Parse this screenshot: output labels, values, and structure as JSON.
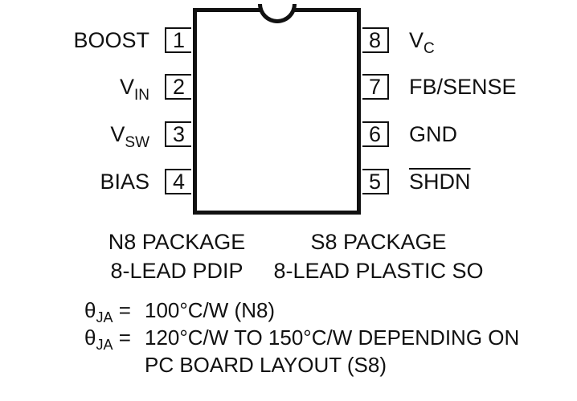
{
  "pins_left": [
    {
      "number": "1",
      "name": "BOOST",
      "sub": ""
    },
    {
      "number": "2",
      "name": "V",
      "sub": "IN"
    },
    {
      "number": "3",
      "name": "V",
      "sub": "SW"
    },
    {
      "number": "4",
      "name": "BIAS",
      "sub": ""
    }
  ],
  "pins_right": [
    {
      "number": "8",
      "name": "V",
      "sub": "C"
    },
    {
      "number": "7",
      "name": "FB/SENSE",
      "sub": ""
    },
    {
      "number": "6",
      "name": "GND",
      "sub": ""
    },
    {
      "number": "5",
      "name": "SHDN",
      "sub": "",
      "overline": true
    }
  ],
  "packages": {
    "n8": {
      "line1": "N8 PACKAGE",
      "line2": "8-LEAD PDIP"
    },
    "s8": {
      "line1": "S8 PACKAGE",
      "line2": "8-LEAD PLASTIC SO"
    }
  },
  "notes": {
    "theta_symbol": "θ",
    "theta_sub": "JA",
    "equals": "=",
    "line1": "100°C/W (N8)",
    "line2": "120°C/W TO 150°C/W DEPENDING ON",
    "line3": "PC BOARD LAYOUT (S8)"
  }
}
